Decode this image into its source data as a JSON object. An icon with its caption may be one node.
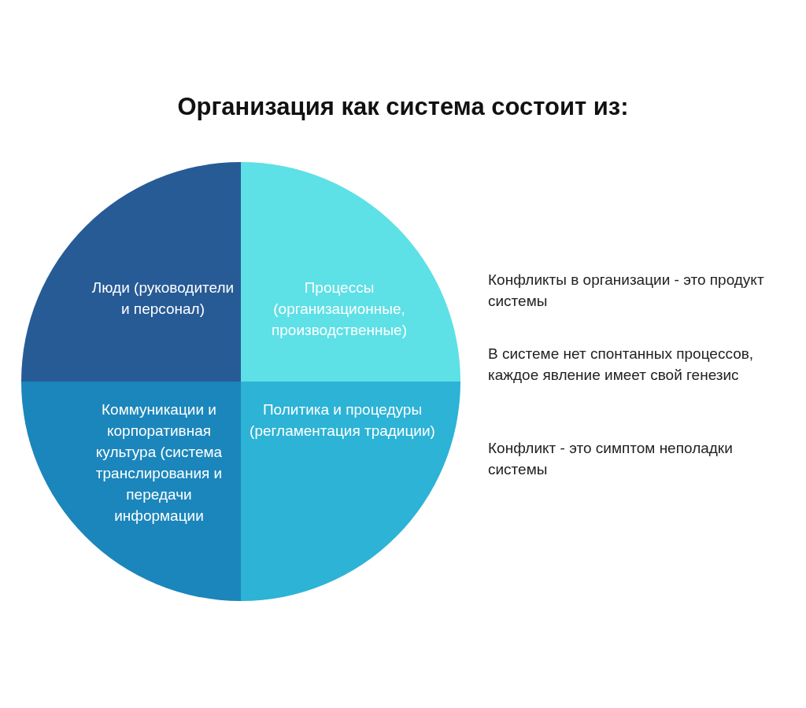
{
  "diagram": {
    "title": "Организация как система состоит из:",
    "nodes": [
      {
        "text": [
          "Люди (руководители и персонал)"
        ]
      },
      {
        "text": [
          "Процессы (организационные, производственные)"
        ]
      },
      {
        "text": [
          "Коммуникации и корпоративная культура (система транслирования и передачи информации"
        ]
      },
      {
        "text": [
          "Политика и процедуры (регламентация традиции)"
        ]
      }
    ],
    "labels": [
      "Конфликты в организации - это продукт системы",
      "В системе нет спонтанных процессов, каждое явление имеет свой генезис",
      "Конфликт - это симптом неполадки системы"
    ]
  }
}
